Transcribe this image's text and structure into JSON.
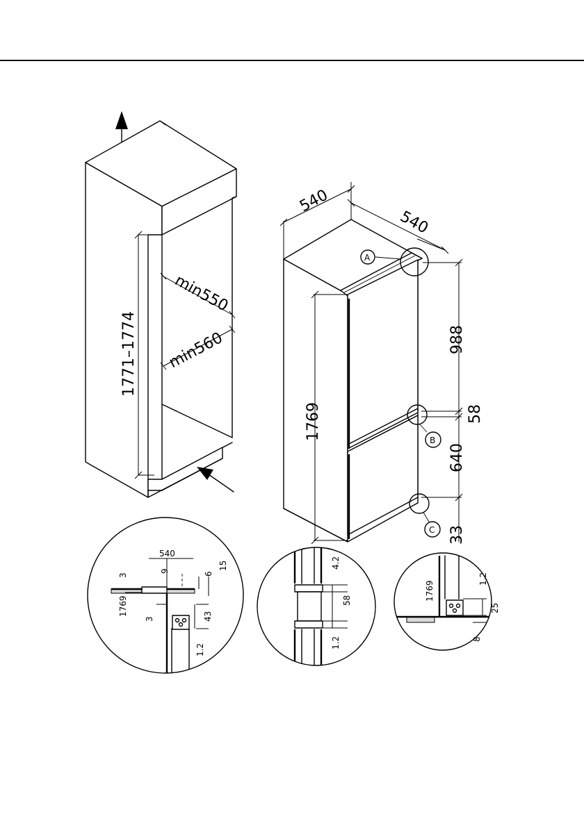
{
  "niche": {
    "height_label": "1771–1774",
    "depth_label": "min550",
    "width_label": "min560"
  },
  "appliance": {
    "width_label": "540",
    "depth_label": "540",
    "height_label": "1769",
    "upper_door_label": "988",
    "gap_label": "58",
    "lower_door_label": "640",
    "base_label": "33"
  },
  "callouts": {
    "a": "A",
    "b": "B",
    "c": "C"
  },
  "detail_a": {
    "width": "540",
    "d3_top": "3",
    "d9": "9",
    "d6": "6",
    "d15": "15",
    "height": "1769",
    "d3_side": "3",
    "d43": "43",
    "d12": "1.2"
  },
  "detail_b": {
    "d42": "4.2",
    "d58": "58",
    "d12": "1.2"
  },
  "detail_c": {
    "height": "1769",
    "d12": "1.2",
    "d25": "25",
    "d8": "8"
  }
}
